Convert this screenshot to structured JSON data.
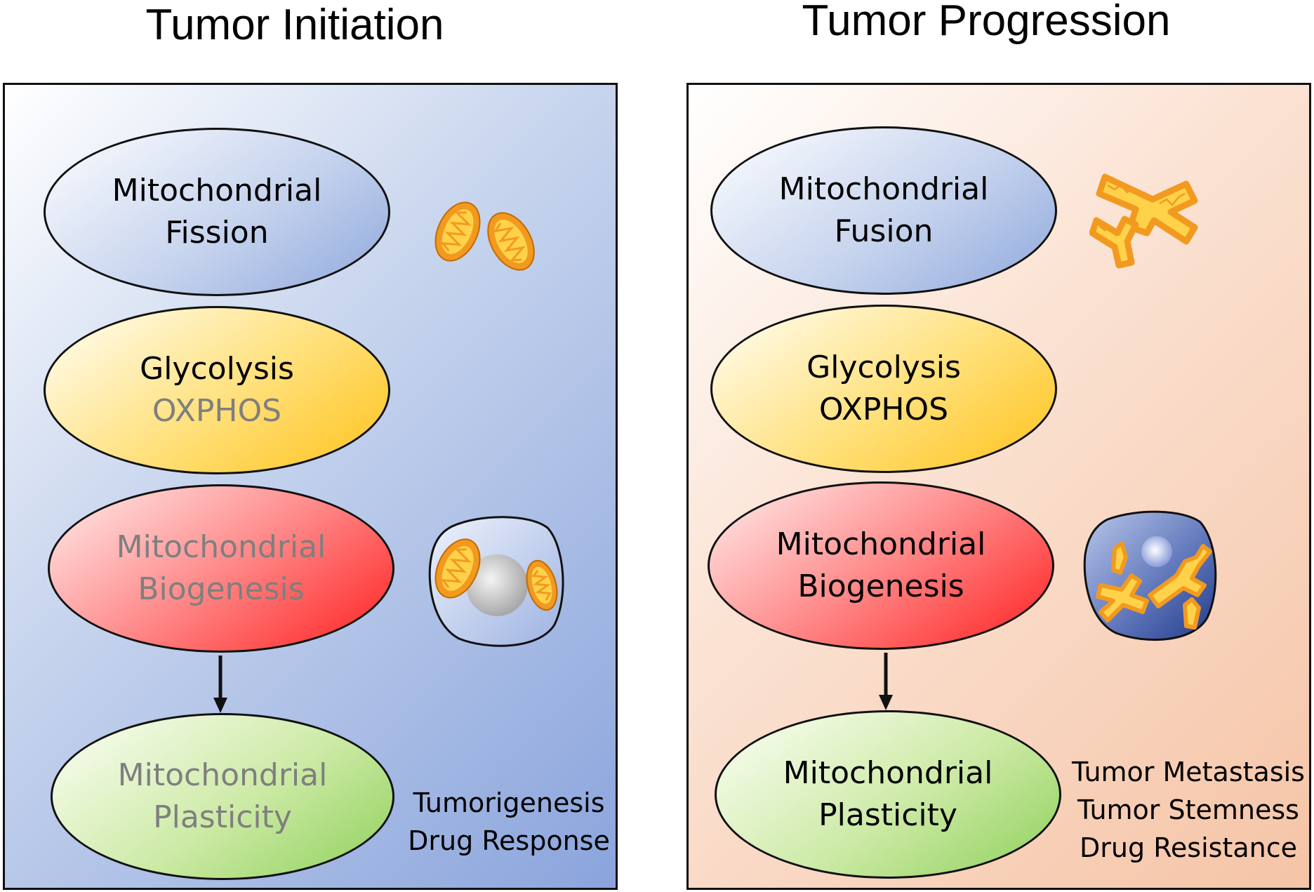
{
  "titles": {
    "left": "Tumor Initiation",
    "right": "Tumor Progression"
  },
  "left_panel": {
    "fission": [
      "Mitochondrial",
      "Fission"
    ],
    "metabolism": [
      "Glycolysis",
      "OXPHOS"
    ],
    "biogenesis": [
      "Mitochondrial",
      "Biogenesis"
    ],
    "plasticity": [
      "Mitochondrial",
      "Plasticity"
    ],
    "outcomes": [
      "Tumorigenesis",
      "Drug Response"
    ]
  },
  "right_panel": {
    "fusion": [
      "Mitochondrial",
      "Fusion"
    ],
    "metabolism": [
      "Glycolysis",
      "OXPHOS"
    ],
    "biogenesis": [
      "Mitochondrial",
      "Biogenesis"
    ],
    "plasticity": [
      "Mitochondrial",
      "Plasticity"
    ],
    "outcomes": [
      "Tumor Metastasis",
      "Tumor Stemness",
      "Drug Resistance"
    ]
  },
  "colors": {
    "left_bg": "#8aa4dc",
    "right_bg": "#f5c4a6",
    "mito_orange": "#f29a1f",
    "mito_inner": "#ffd24a"
  }
}
